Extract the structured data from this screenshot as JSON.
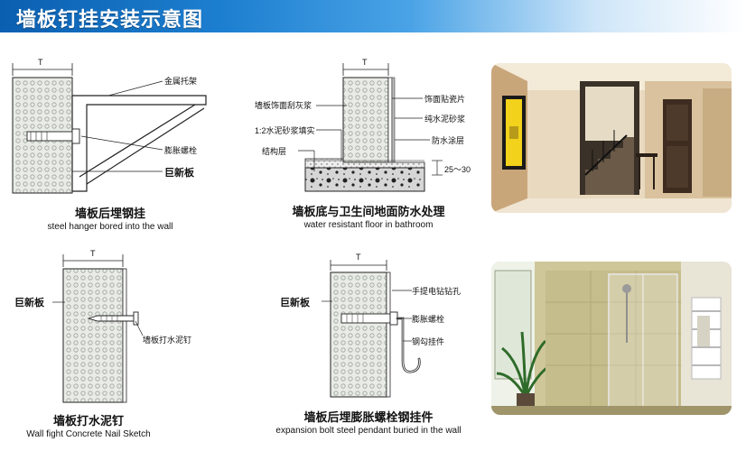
{
  "header": {
    "title": "墙板钉挂安装示意图"
  },
  "colors": {
    "header_blue": "#0b5fb0",
    "panel_fill": "#e9ece6"
  },
  "diagram1": {
    "dim": "T",
    "labels": {
      "bracket": "金属托架",
      "bolt": "膨胀螺栓",
      "board": "巨新板"
    },
    "caption_zh": "墙板后埋钢挂",
    "caption_en": "steel hanger bored into the wall"
  },
  "diagram2": {
    "dim": "T",
    "labels": {
      "putty": "墙板饰面刮灰浆",
      "mortar": "1:2水泥砂浆填实",
      "structure": "结构层",
      "tile": "饰面贴瓷片",
      "cement": "纯水泥砂浆",
      "waterproof": "防水涂层",
      "thickness": "25～30"
    },
    "caption_zh": "墙板底与卫生间地面防水处理",
    "caption_en": "water resistant floor in bathroom"
  },
  "diagram3": {
    "dim": "T",
    "labels": {
      "board": "巨新板",
      "nail": "墙板打水泥钉"
    },
    "caption_zh": "墙板打水泥钉",
    "caption_en": "Wall fight Concrete Nail Sketch"
  },
  "diagram4": {
    "dim": "T",
    "labels": {
      "board": "巨新板",
      "drill": "手提电钻钻孔",
      "bolt": "膨胀螺栓",
      "hook": "钢勾挂件"
    },
    "caption_zh": "墙板后埋膨胀螺栓钢挂件",
    "caption_en": "expansion bolt steel pendant buried in the wall"
  },
  "photos": [
    {
      "name": "hallway-stair-photo",
      "description": ""
    },
    {
      "name": "bathroom-shower-photo",
      "description": ""
    }
  ]
}
